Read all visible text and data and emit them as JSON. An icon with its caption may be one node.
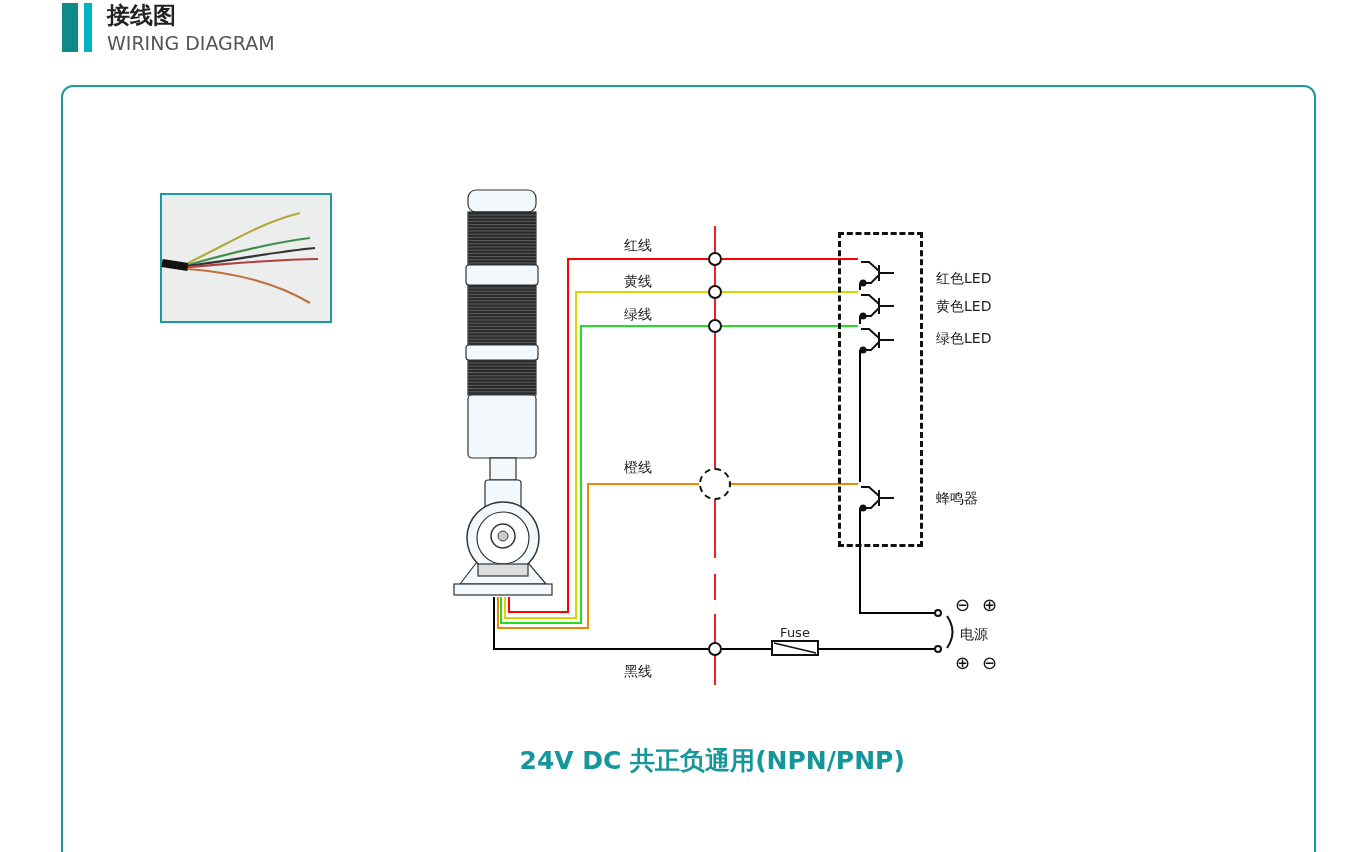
{
  "diagram": {
    "title": "接线图",
    "caption": "24V DC 共正负通用(NPN/PNP)",
    "nodes": [
      {
        "text": [],
        "shape": "picture"
      },
      {
        "text": [],
        "shape": "circle"
      },
      {
        "text": [],
        "shape": "circle"
      },
      {
        "text": [],
        "shape": "circle"
      },
      {
        "text": [],
        "shape": "circle"
      },
      {
        "text": [],
        "shape": "circle"
      },
      {
        "text": [],
        "shape": "box"
      },
      {
        "text": [],
        "shape": "transistor",
        "beside": [
          "红色LED"
        ],
        "in": 6
      },
      {
        "text": [],
        "shape": "transistor",
        "beside": [
          "黄色LED"
        ],
        "in": 6
      },
      {
        "text": [],
        "shape": "transistor",
        "beside": [
          "绿色LED"
        ],
        "in": 6
      },
      {
        "text": [],
        "shape": "transistor",
        "beside": [
          "蜂鸣器"
        ],
        "in": 6
      },
      {
        "text": [
          "Fuse"
        ]
      },
      {
        "text": [],
        "shape": "circle"
      },
      {
        "text": [],
        "shape": "circle"
      }
    ],
    "edges": [
      {
        "from": 0,
        "to": 1,
        "arrow": "none",
        "label": "红线",
        "color": "#ff0000"
      },
      {
        "from": 1,
        "to": 7,
        "arrow": "none",
        "color": "#ff0000"
      },
      {
        "from": 0,
        "to": 2,
        "arrow": "none",
        "label": "黄线",
        "color": "#d8d800"
      },
      {
        "from": 2,
        "to": 8,
        "arrow": "none",
        "color": "#d8d800"
      },
      {
        "from": 0,
        "to": 3,
        "arrow": "none",
        "label": "绿线",
        "color": "#22dd22"
      },
      {
        "from": 3,
        "to": 9,
        "arrow": "none",
        "color": "#22dd22"
      },
      {
        "from": 0,
        "to": 4,
        "arrow": "none",
        "label": "橙线",
        "color": "#ee8800"
      },
      {
        "from": 4,
        "to": 10,
        "arrow": "none",
        "color": "#ee8800"
      },
      {
        "from": 0,
        "to": 5,
        "arrow": "none",
        "label": "黑线",
        "color": "#000000"
      },
      {
        "from": 5,
        "to": 11,
        "arrow": "none",
        "color": "#000000"
      },
      {
        "from": 11,
        "to": 13,
        "arrow": "none",
        "color": "#000000"
      },
      {
        "from": 7,
        "to": 8,
        "arrow": "none",
        "color": "#000000"
      },
      {
        "from": 8,
        "to": 9,
        "arrow": "none",
        "color": "#000000"
      },
      {
        "from": 9,
        "to": 10,
        "arrow": "none",
        "color": "#000000"
      },
      {
        "from": 10,
        "to": 12,
        "arrow": "none",
        "color": "#000000"
      }
    ],
    "labels": [
      "WIRING DIAGRAM",
      "⊖",
      "⊕",
      "电源",
      "⊕",
      "⊖"
    ]
  }
}
